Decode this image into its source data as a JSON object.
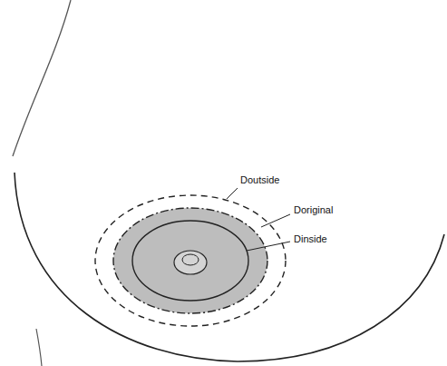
{
  "diagram": {
    "labels": [
      "Doutside",
      "Doriginal",
      "Dinside"
    ]
  }
}
